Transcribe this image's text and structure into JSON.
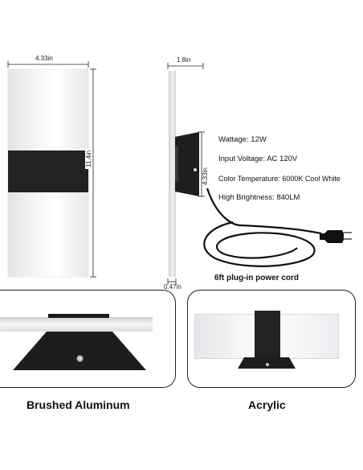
{
  "dimensions": {
    "front_width": "4.33in",
    "front_height": "11.4in",
    "side_depth": "1.8in",
    "mount_height": "4.33in",
    "panel_thickness": "0.47in"
  },
  "specs": [
    {
      "label": "Wattage: 12W"
    },
    {
      "label": "Input Voltage: AC 120V"
    },
    {
      "label": "Color Temperature: 6000K Cool White"
    },
    {
      "label": "High Brightness: 840LM"
    }
  ],
  "cord_caption": "6ft plug-in power cord",
  "captions": {
    "left": "Brushed Aluminum",
    "right": "Acrylic"
  },
  "colors": {
    "body": "#1e1e1e",
    "panel": "#f4f4f6",
    "background": "#ffffff"
  }
}
